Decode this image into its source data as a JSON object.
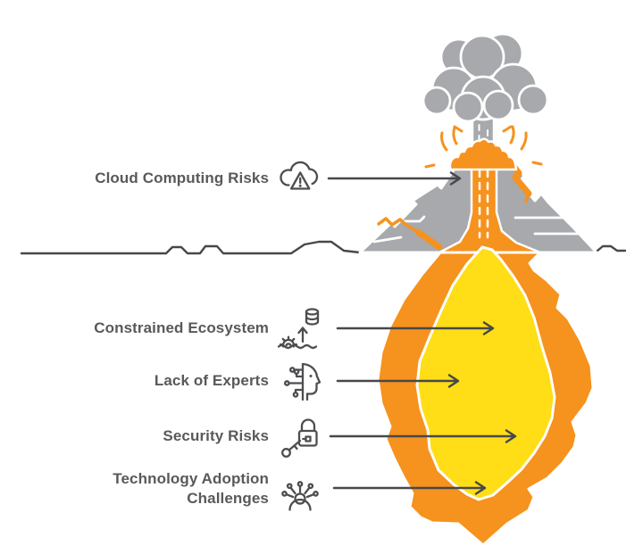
{
  "scene": {
    "type": "volcano-cross-section-infographic",
    "parts": [
      "smoke-cloud",
      "smoke-column",
      "volcano-cone",
      "crater-lava",
      "lava-spurts",
      "lava-conduit",
      "ground-line",
      "magma-chamber-outer",
      "magma-chamber-inner"
    ],
    "colors": {
      "mountain_gray": "#A7A9AC",
      "lava_orange": "#F6921E",
      "magma_yellow": "#FFDE17",
      "line_dark": "#47484A",
      "text_gray": "#58595B",
      "background": "#FFFFFF"
    }
  },
  "labels": [
    {
      "text": "Cloud Computing Risks",
      "icon": "cloud-warning-icon",
      "points_to": "volcano-cone"
    },
    {
      "text": "Constrained Ecosystem",
      "icon": "database-gear-icon",
      "points_to": "magma-chamber"
    },
    {
      "text": "Lack of Experts",
      "icon": "ai-head-icon",
      "points_to": "magma-chamber"
    },
    {
      "text": "Security Risks",
      "icon": "lock-key-icon",
      "points_to": "magma-chamber"
    },
    {
      "text": "Technology Adoption Challenges",
      "icon": "people-network-icon",
      "points_to": "magma-chamber"
    }
  ]
}
